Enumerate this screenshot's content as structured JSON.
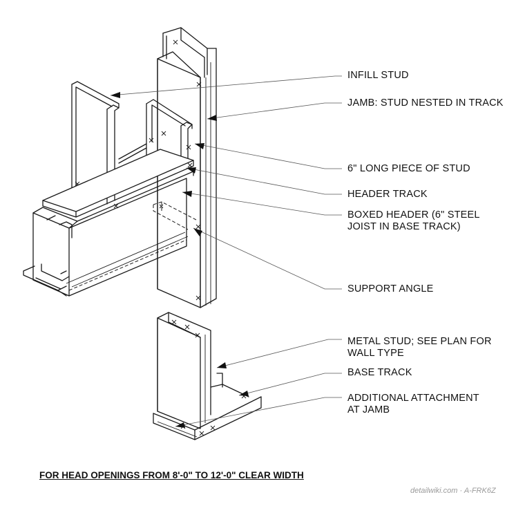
{
  "labels": {
    "infill_stud": "INFILL STUD",
    "jamb": "JAMB: STUD NESTED IN TRACK",
    "piece_of_stud": "6\" LONG PIECE OF STUD",
    "header_track": "HEADER TRACK",
    "boxed_header_line1": "BOXED HEADER (6\" STEEL",
    "boxed_header_line2": "JOIST IN BASE TRACK)",
    "support_angle": "SUPPORT ANGLE",
    "metal_stud_line1": "METAL STUD; SEE PLAN FOR",
    "metal_stud_line2": "WALL TYPE",
    "base_track": "BASE TRACK",
    "additional_line1": "ADDITIONAL ATTACHMENT",
    "additional_line2": "AT JAMB"
  },
  "caption": "FOR HEAD OPENINGS FROM 8'-0\" TO 12'-0\" CLEAR WIDTH",
  "watermark": "detailwiki.com · A-FRK6Z"
}
